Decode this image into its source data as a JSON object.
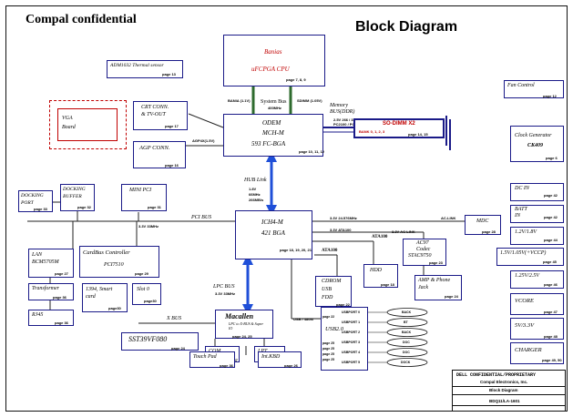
{
  "header": {
    "confidential": "Compal confidential",
    "title": "Block Diagram"
  },
  "cpu": {
    "name": "Banias",
    "package": "uFCPGA CPU",
    "page": "page 7, 8, 9"
  },
  "mch": {
    "name": "ODEM",
    "sub": "MCH-M",
    "package": "593 FC-BGA",
    "page": "page 10, 11, 12"
  },
  "ich": {
    "name": "ICH4-M",
    "package": "421 BGA",
    "page": "page 18, 19, 20, 21"
  },
  "macallen": {
    "name": "Macallen",
    "sub": "LPC to X-BUS & Super IO",
    "page": "page 24, 25"
  },
  "thermal": {
    "label": "ADM1032 Thermal sensor",
    "page": "page 13"
  },
  "crt": {
    "label1": "CRT CONN.",
    "label2": "& TV-OUT",
    "page": "page 17"
  },
  "agp": {
    "label": "AGP CONN.",
    "page": "page 16",
    "bus": "AGP4X(1.5V)"
  },
  "vga": {
    "label1": "VGA",
    "label2": "Board"
  },
  "sodimm": {
    "label": "SO-DIMM X2",
    "bank": "BANK 0, 1, 2, 3",
    "page": "page 14, 15"
  },
  "memory": {
    "label1": "Memory",
    "label2": "BUS(DDR)",
    "spec1": "2.5V 266 / 333MHz",
    "spec2": "PC2100 / PC2700"
  },
  "systembus": {
    "label": "System Bus",
    "freq": "400MHz",
    "left": "BANIA (1.1V)",
    "right": "SDIMM (1.05V)"
  },
  "hublink": {
    "label": "HUB Link",
    "spec1": "1.8V",
    "spec2": "66MHz",
    "spec3": "266MB/s"
  },
  "pcibus": {
    "label": "PCI BUS",
    "spec": "3.3V 33MHz"
  },
  "lpcbus": {
    "label": "LPC BUS",
    "spec": "3.3V 33MHz"
  },
  "xbus": {
    "label": "X BUS"
  },
  "docking_port": {
    "label1": "DOCKING",
    "label2": "PORT",
    "page": "page 33"
  },
  "docking_buffer": {
    "label1": "DOCKING",
    "label2": "BUFFER",
    "page": "page 32"
  },
  "minipci": {
    "label": "MINI PCI",
    "page": "page 31"
  },
  "lan": {
    "label1": "LAN",
    "label2": "BCM5705M",
    "page": "page 27"
  },
  "cardbus": {
    "label1": "CardBus Controller",
    "label2": "PCI7510",
    "page": "page 29"
  },
  "transformer": {
    "label": "Transformer",
    "page": "page 36"
  },
  "rj45": {
    "label": "RJ45",
    "page": "page 36"
  },
  "ieee1394": {
    "label1": "1394, Smart",
    "label2": "card",
    "page": "page30"
  },
  "slot0": {
    "label": "Slot 0",
    "page": "page30"
  },
  "sst": {
    "label": "SST39VF080",
    "page": "page 24"
  },
  "com": {
    "label": "COM",
    "page": "page 37"
  },
  "lpt": {
    "label": "LPT",
    "page": "page 37"
  },
  "touchpad": {
    "label": "Touch Pad",
    "page": "page 36"
  },
  "kbd": {
    "label": "Int.KBD",
    "page": "page 26"
  },
  "cdrom": {
    "label1": "CDROM",
    "label2": "USB",
    "label3": "FDD",
    "page": "page 22"
  },
  "hdd": {
    "label": "HDD",
    "page": "page 18"
  },
  "ata100a": "ATA100",
  "ata100b": "ATA100",
  "usb": {
    "label": "USB2.0",
    "bus": "USB / 480M",
    "ports": [
      "USBPORT 0",
      "USBPORT 1",
      "USBPORT 2",
      "USBPORT 3",
      "USBPORT 4",
      "USBPORT 5"
    ],
    "port_pages": [
      "page 22",
      "page 22",
      "page 25",
      "page 25",
      "page 25",
      "page 25"
    ],
    "dests": [
      "BACK",
      "BT",
      "BACK",
      "DOC",
      "DOC",
      "DOCK"
    ]
  },
  "ac97": {
    "label1": "AC97",
    "label2": "Codec",
    "label3": "STAC9750",
    "page": "page 23",
    "bus": "3.3V AC-LINK"
  },
  "amp": {
    "label1": "AMP & Phone",
    "label2": "Jack",
    "page": "page 24"
  },
  "mdc": {
    "label": "MDC",
    "page": "page 28",
    "bus": "AC-LINK"
  },
  "ich_ata": "3.3V ATA100",
  "ich_pcirate": "3.3V 24.576MHz",
  "right_blocks": [
    {
      "label": "Fan Control",
      "page": "page 12"
    },
    {
      "label": "Clock Generator",
      "sub": "CK409",
      "page": "page 6"
    },
    {
      "label": "DC IN",
      "page": "page 42"
    },
    {
      "label": "BATT IN",
      "page": "page 42"
    },
    {
      "label": "1.2V/1.8V",
      "page": "page 44"
    },
    {
      "label": "1.5V/1.05V(+VCCP)",
      "page": "page 45"
    },
    {
      "label": "1.25V/2.5V",
      "page": "page 46"
    },
    {
      "label": "VCORE",
      "page": "page 47"
    },
    {
      "label": "5V/3.3V",
      "page": "page 48"
    },
    {
      "label": "CHARGER",
      "page": "page 49, 50"
    }
  ],
  "title_block": {
    "line1": "DELL CONFIDENTIAL/PROPRIETARY",
    "line2": "Compal Electronics, Inc.",
    "title": "Block Diagram",
    "doc": "BDQ11/LA-1601"
  },
  "colors": {
    "box_border": "#1a1a88",
    "text_red": "#c00000",
    "arrow_blue": "#1f4fd8",
    "bus_green": "#2e6b2e"
  }
}
